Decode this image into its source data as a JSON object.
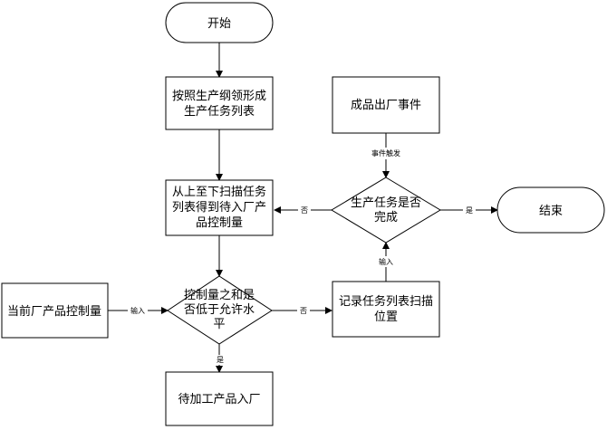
{
  "nodes": {
    "start": [
      "开始"
    ],
    "build_list": [
      "按照生产纲领形成",
      "生产任务列表"
    ],
    "scan": [
      "从上至下扫描任务",
      "列表得到待入厂产",
      "品控制量"
    ],
    "current": [
      "当前厂产品控制量"
    ],
    "check_sum": [
      "控制量之和是",
      "否低于允许水",
      "平"
    ],
    "enter": [
      "待加工产品入厂"
    ],
    "record": [
      "记录任务列表扫描",
      "位置"
    ],
    "check_done": [
      "生产任务是否",
      "完成"
    ],
    "event": [
      "成品出厂事件"
    ],
    "end": [
      "结束"
    ]
  },
  "edges": {
    "event_trigger": "事件触发",
    "done_yes": "是",
    "done_no": "否",
    "input_current": "输入",
    "sum_no": "否",
    "sum_yes": "是",
    "input_record": "输入"
  }
}
